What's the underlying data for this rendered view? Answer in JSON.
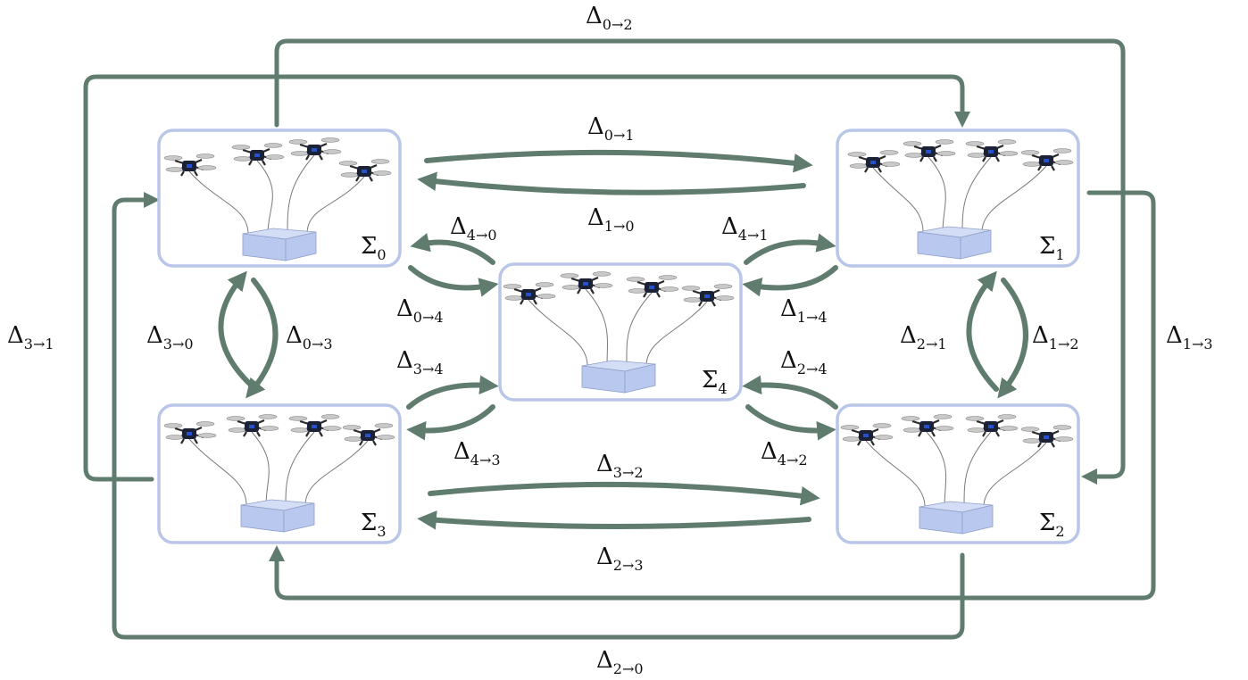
{
  "colors": {
    "arrow": "#5f7c6e",
    "box_border": "#b8c6e8",
    "payload": "#b9c8ee",
    "drone": "#1c2235"
  },
  "icons": {
    "drone": "quadrotor-drone-icon",
    "payload": "payload-box-icon"
  },
  "states": [
    {
      "id": "0",
      "symbol": "Σ",
      "index": "0"
    },
    {
      "id": "1",
      "symbol": "Σ",
      "index": "1"
    },
    {
      "id": "2",
      "symbol": "Σ",
      "index": "2"
    },
    {
      "id": "3",
      "symbol": "Σ",
      "index": "3"
    },
    {
      "id": "4",
      "symbol": "Σ",
      "index": "4"
    }
  ],
  "transitions": {
    "t02": {
      "symbol": "Δ",
      "sub": "0→2"
    },
    "t01": {
      "symbol": "Δ",
      "sub": "0→1"
    },
    "t10": {
      "symbol": "Δ",
      "sub": "1→0"
    },
    "t40": {
      "symbol": "Δ",
      "sub": "4→0"
    },
    "t41": {
      "symbol": "Δ",
      "sub": "4→1"
    },
    "t04": {
      "symbol": "Δ",
      "sub": "0→4"
    },
    "t14": {
      "symbol": "Δ",
      "sub": "1→4"
    },
    "t31": {
      "symbol": "Δ",
      "sub": "3→1"
    },
    "t30": {
      "symbol": "Δ",
      "sub": "3→0"
    },
    "t03": {
      "symbol": "Δ",
      "sub": "0→3"
    },
    "t21": {
      "symbol": "Δ",
      "sub": "2→1"
    },
    "t12": {
      "symbol": "Δ",
      "sub": "1→2"
    },
    "t13": {
      "symbol": "Δ",
      "sub": "1→3"
    },
    "t34": {
      "symbol": "Δ",
      "sub": "3→4"
    },
    "t24": {
      "symbol": "Δ",
      "sub": "2→4"
    },
    "t43": {
      "symbol": "Δ",
      "sub": "4→3"
    },
    "t42": {
      "symbol": "Δ",
      "sub": "4→2"
    },
    "t32": {
      "symbol": "Δ",
      "sub": "3→2"
    },
    "t23": {
      "symbol": "Δ",
      "sub": "2→3"
    },
    "t20": {
      "symbol": "Δ",
      "sub": "2→0"
    }
  }
}
